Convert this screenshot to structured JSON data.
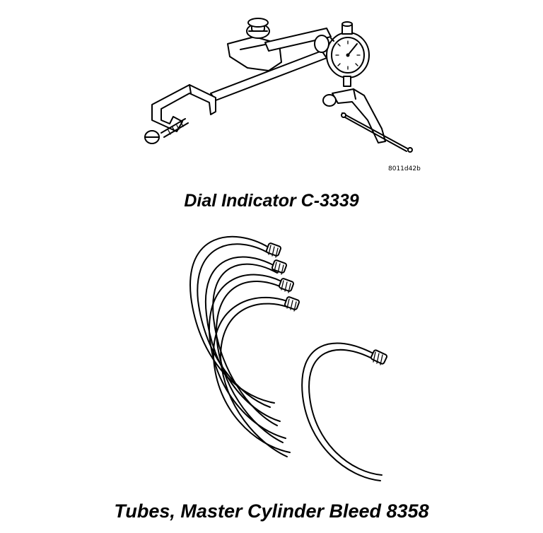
{
  "figures": [
    {
      "caption": "Dial Indicator C-3339",
      "figure_code": "8011d42b",
      "illustration": "dial-indicator-tool"
    },
    {
      "caption": "Tubes, Master Cylinder Bleed 8358",
      "illustration": "bleed-tubes"
    }
  ]
}
